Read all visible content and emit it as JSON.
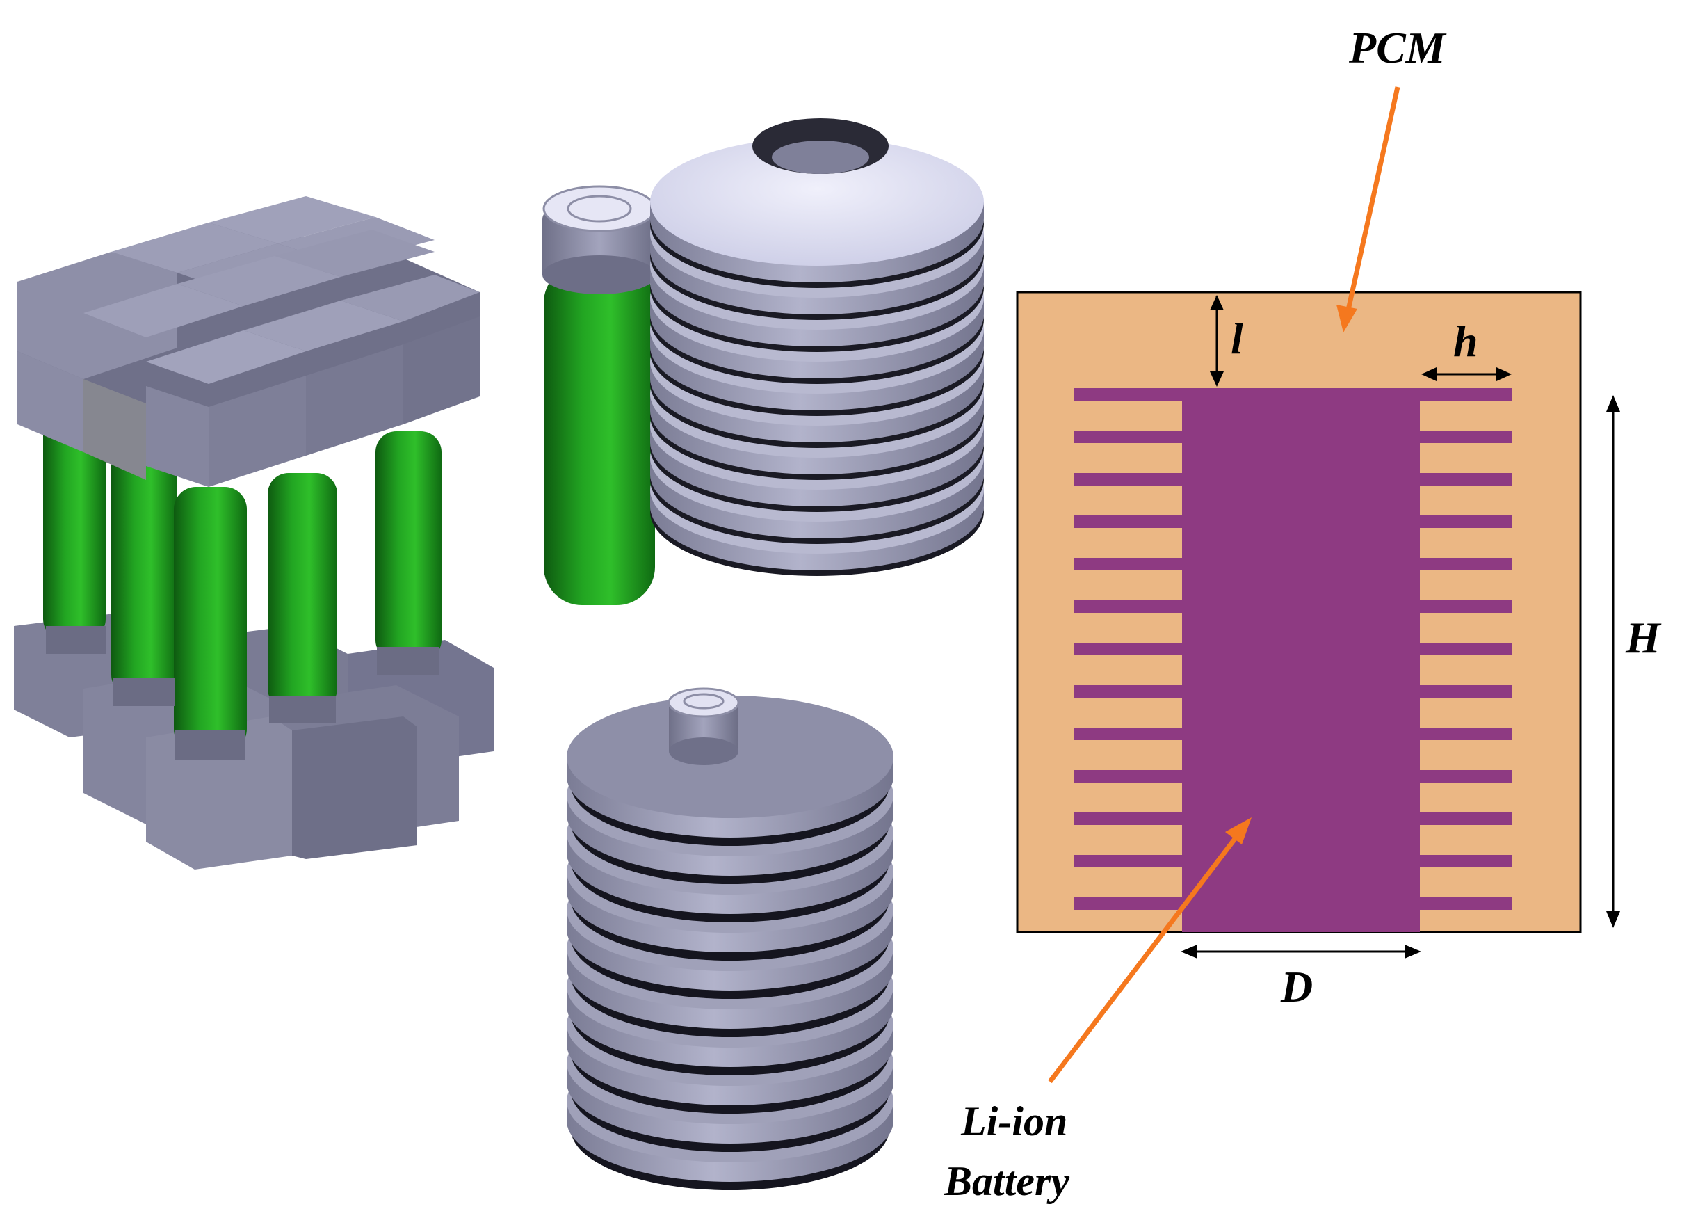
{
  "labels": {
    "pcm": "PCM",
    "li_ion_line1": "Li-ion",
    "li_ion_line2": "Battery",
    "dim_l": "l",
    "dim_h": "h",
    "dim_H": "H",
    "dim_D": "D"
  },
  "colors": {
    "pcm_fill": "#ebb784",
    "battery_fill": "#8e3a82",
    "arrow_orange": "#f5781e",
    "cell_green": "#1f9a1f",
    "holder_gray": "#8d8ea6",
    "fin_lavender": "#dcdcf2",
    "outline": "#000000"
  },
  "schematic": {
    "fin_count_per_side": 13
  }
}
